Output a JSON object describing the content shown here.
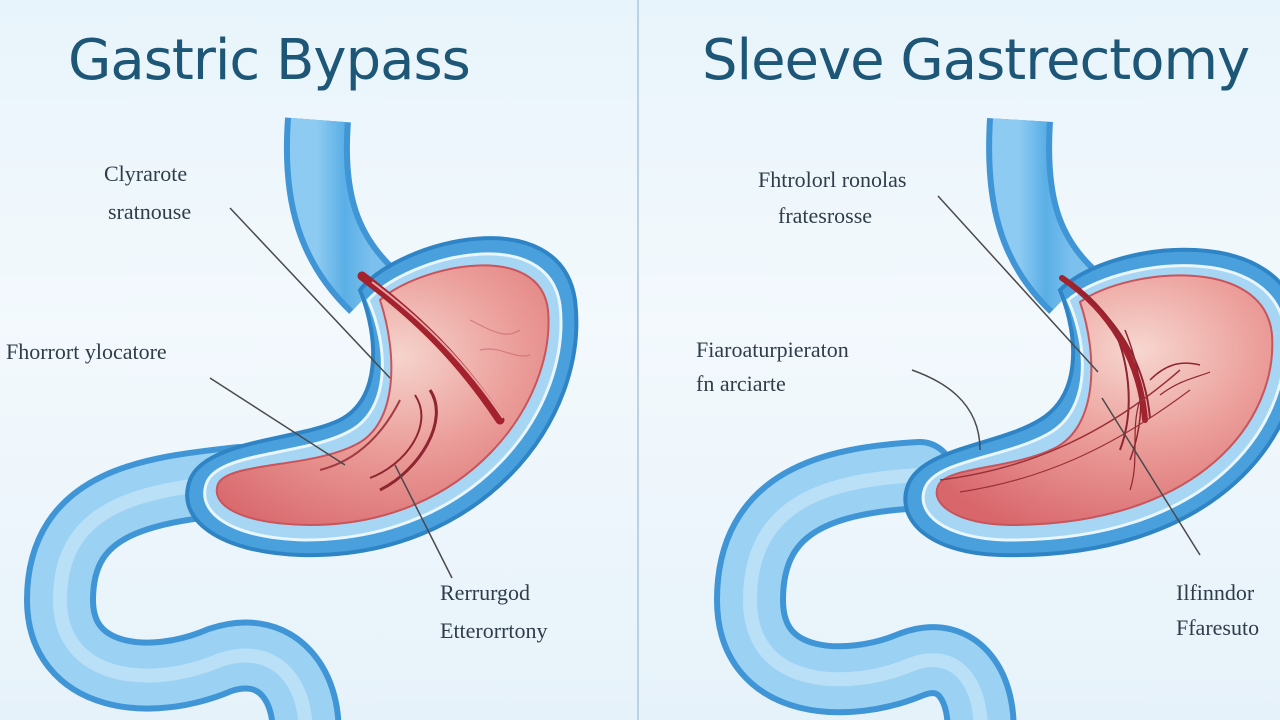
{
  "left_panel": {
    "title": "Gastric Bypass",
    "labels": {
      "top_1": "Clyrarote",
      "top_2": "sratnouse",
      "middle": "Fhorrort ylocatore",
      "bottom_1": "Rerrurgod",
      "bottom_2": "Etterorrtony"
    }
  },
  "right_panel": {
    "title": "Sleeve Gastrectomy",
    "labels": {
      "top_1": "Fhtrolorl ronolas",
      "top_2": "fratesrosse",
      "middle_1": "Fiaroaturpieraton",
      "middle_2": "fn arciarte",
      "bottom_1": "Ilfinndor",
      "bottom_2": "Ffaresuto"
    }
  },
  "colors": {
    "background": "#eaf4fb",
    "title_text": "#1d5676",
    "label_text": "#2e3d48",
    "esophagus_intestine": "#5aafe6",
    "stomach_wall": "#3f95d6",
    "stomach_tissue": "#e07f80",
    "staple_line": "#a4222e",
    "leader_line": "#4a4a4a"
  }
}
